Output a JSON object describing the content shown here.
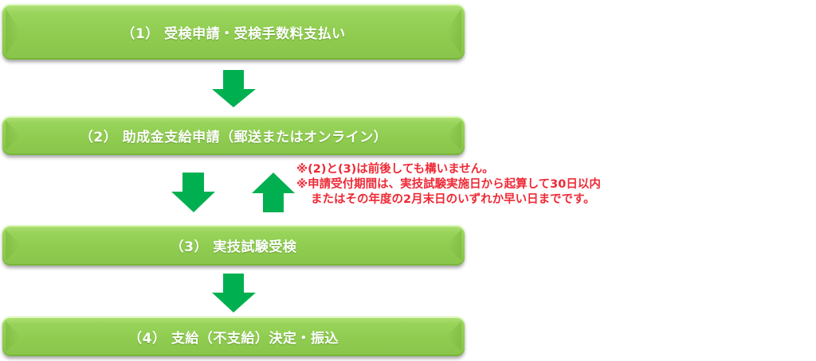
{
  "colors": {
    "step_fill": "#8fcc50",
    "step_text": "#ffffff",
    "arrow": "#00b050",
    "note_text": "#ee2a36"
  },
  "steps": [
    {
      "label": "（1） 受検申請・受検手数料支払い"
    },
    {
      "label": "（2） 助成金支給申請（郵送またはオンライン）"
    },
    {
      "label": "（3） 実技試験受検"
    },
    {
      "label": "（4） 支給（不支給）決定・振込"
    }
  ],
  "arrows": [
    {
      "direction": "down",
      "icon": "arrow-down-icon"
    },
    {
      "direction": "down",
      "icon": "arrow-down-icon"
    },
    {
      "direction": "up",
      "icon": "arrow-up-icon"
    },
    {
      "direction": "down",
      "icon": "arrow-down-icon"
    }
  ],
  "notes": {
    "line1": "※(2)と(3)は前後しても構いません。",
    "line2": "※申請受付期間は、実技試験実施日から起算して30日以内",
    "line3": "またはその年度の2月末日のいずれか早い日までです。"
  }
}
